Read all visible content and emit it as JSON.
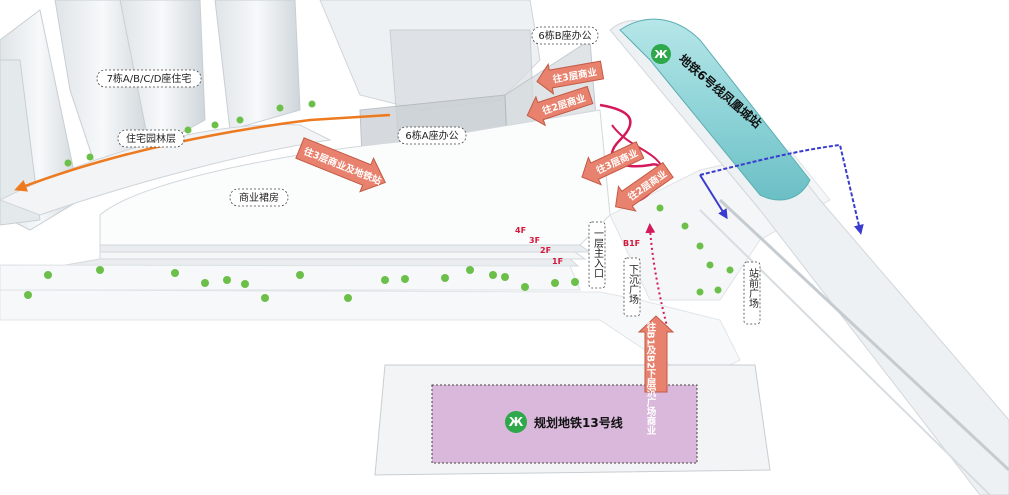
{
  "buildings": {
    "res_tower": "7栋A/B/C/D座住宅",
    "res_garden": "住宅园林层",
    "office_b": "6栋B座办公",
    "office_a": "6栋A座办公",
    "podium": "商业裙房"
  },
  "floors": [
    "4F",
    "3F",
    "2F",
    "1F"
  ],
  "b1f": "B1F",
  "entrances": {
    "main_entrance": "一层主入口",
    "sunken_plaza": "下沉广场",
    "station_plaza": "站前广场"
  },
  "arrows": {
    "to_3f_commerce_top": "往3层商业",
    "to_2f_commerce_top": "往2层商业",
    "to_3f_commerce_metro": "往3层商业及地铁站",
    "to_3f_commerce_right": "往3层商业",
    "to_2f_commerce_right": "往2层商业",
    "to_b1_b2": "往B1及B2下层沉广场商业"
  },
  "metro": {
    "line6": "地铁6号线凤凰城站",
    "line13": "规划地铁13号线"
  },
  "colors": {
    "orange": "#ee7a1f",
    "magenta": "#d4185a",
    "blue": "#3a3ccf",
    "metro_teal": "#8fd4d8",
    "metro13": "#d9b8dc",
    "arrow_fill": "#e8826e",
    "tree": "#6cc04a",
    "metro_logo": "#2ea84a"
  }
}
